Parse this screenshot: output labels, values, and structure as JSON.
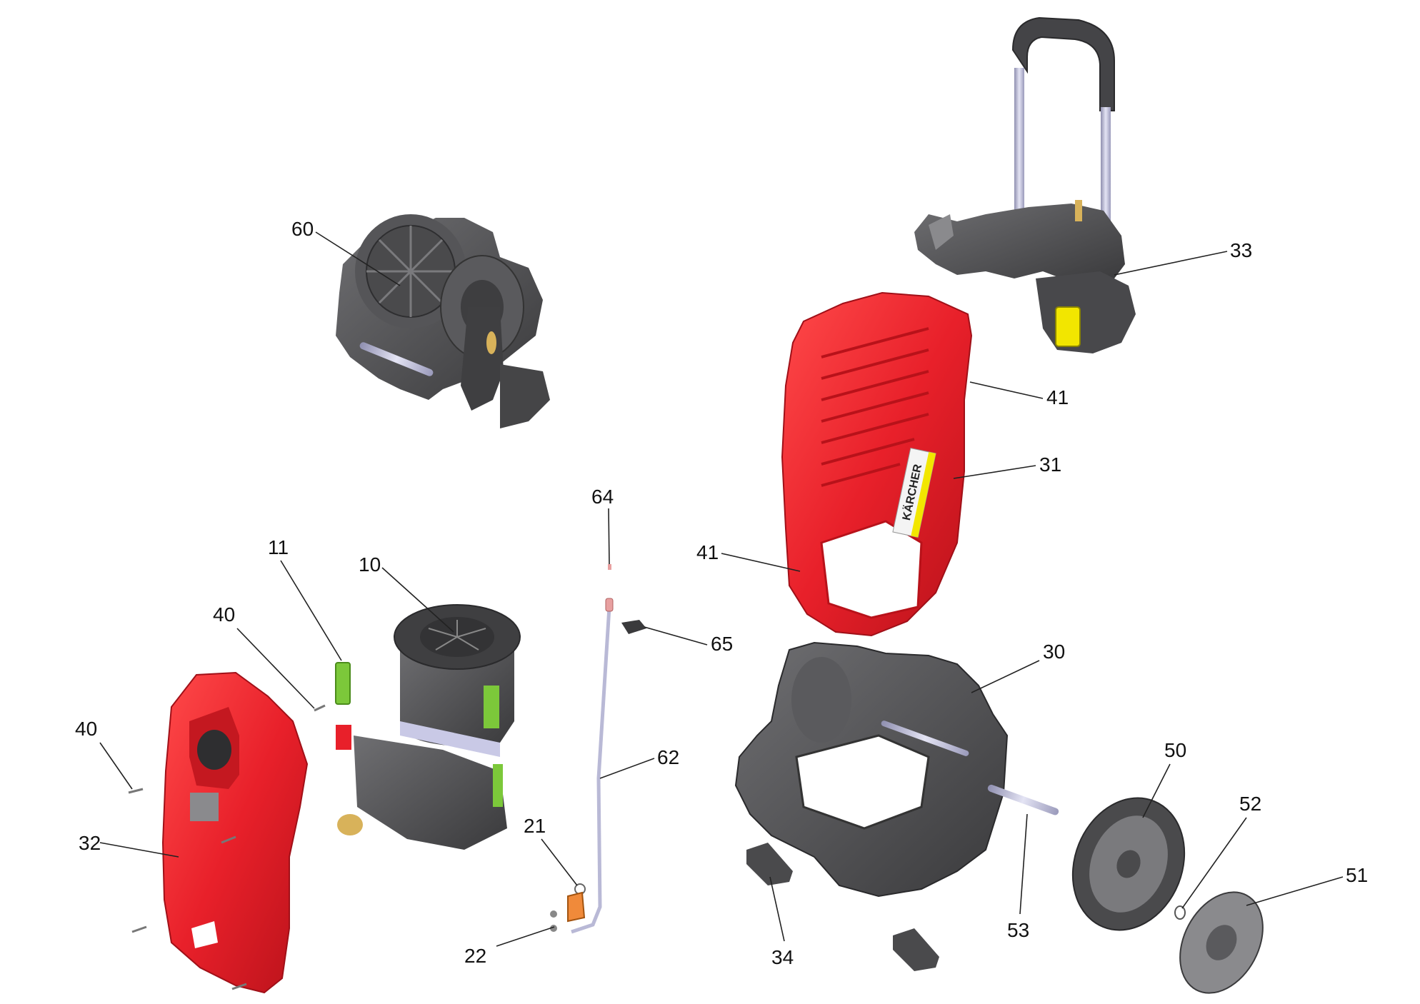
{
  "colors": {
    "housing_red": "#e8202a",
    "housing_red_dark": "#b8121a",
    "plastic_dark": "#4a4a4c",
    "plastic_mid": "#6b6b6e",
    "plastic_light": "#8a8a8d",
    "metal": "#b9b9d6",
    "bracket_green": "#7cc83a",
    "accent_yellow": "#f2e600",
    "brass": "#d8b25a",
    "orange": "#f08a3a",
    "label_text": "#111111"
  },
  "callouts": [
    {
      "id": "60",
      "label": "60"
    },
    {
      "id": "33",
      "label": "33"
    },
    {
      "id": "41a",
      "label": "41"
    },
    {
      "id": "31",
      "label": "31"
    },
    {
      "id": "41b",
      "label": "41"
    },
    {
      "id": "64",
      "label": "64"
    },
    {
      "id": "65",
      "label": "65"
    },
    {
      "id": "11",
      "label": "11"
    },
    {
      "id": "10",
      "label": "10"
    },
    {
      "id": "40a",
      "label": "40"
    },
    {
      "id": "40b",
      "label": "40"
    },
    {
      "id": "30",
      "label": "30"
    },
    {
      "id": "62",
      "label": "62"
    },
    {
      "id": "50",
      "label": "50"
    },
    {
      "id": "52",
      "label": "52"
    },
    {
      "id": "51",
      "label": "51"
    },
    {
      "id": "21",
      "label": "21"
    },
    {
      "id": "32",
      "label": "32"
    },
    {
      "id": "22",
      "label": "22"
    },
    {
      "id": "34",
      "label": "34"
    },
    {
      "id": "53",
      "label": "53"
    }
  ],
  "brand_label": {
    "line1": "KÄRCHER",
    "line2": ""
  }
}
